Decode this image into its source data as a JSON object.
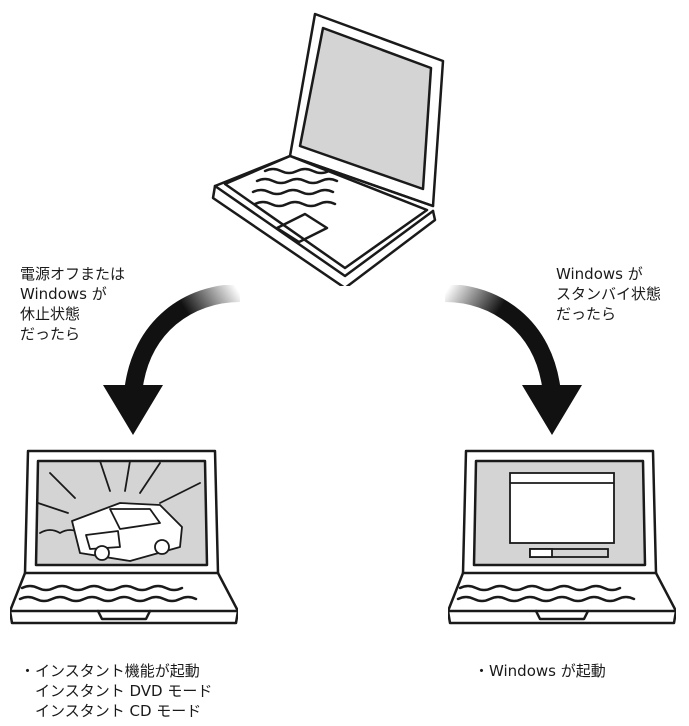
{
  "colors": {
    "line": "#1a1a1a",
    "screen_fill": "#d4d4d4",
    "arrow": "#111111"
  },
  "left_branch": {
    "condition_lines": [
      "電源オフまたは",
      "Windows が",
      "休止状態",
      "だったら"
    ],
    "result_lines": [
      "・インスタント機能が起動",
      "　インスタント DVD モード",
      "　インスタント CD モード"
    ]
  },
  "right_branch": {
    "condition_lines": [
      "Windows が",
      "スタンバイ状態",
      "だったら"
    ],
    "result_lines": [
      "・Windows が起動"
    ]
  },
  "icons": [
    "laptop-icon",
    "curved-arrow-icon",
    "car-scene-icon",
    "windows-startup-screen-icon"
  ]
}
